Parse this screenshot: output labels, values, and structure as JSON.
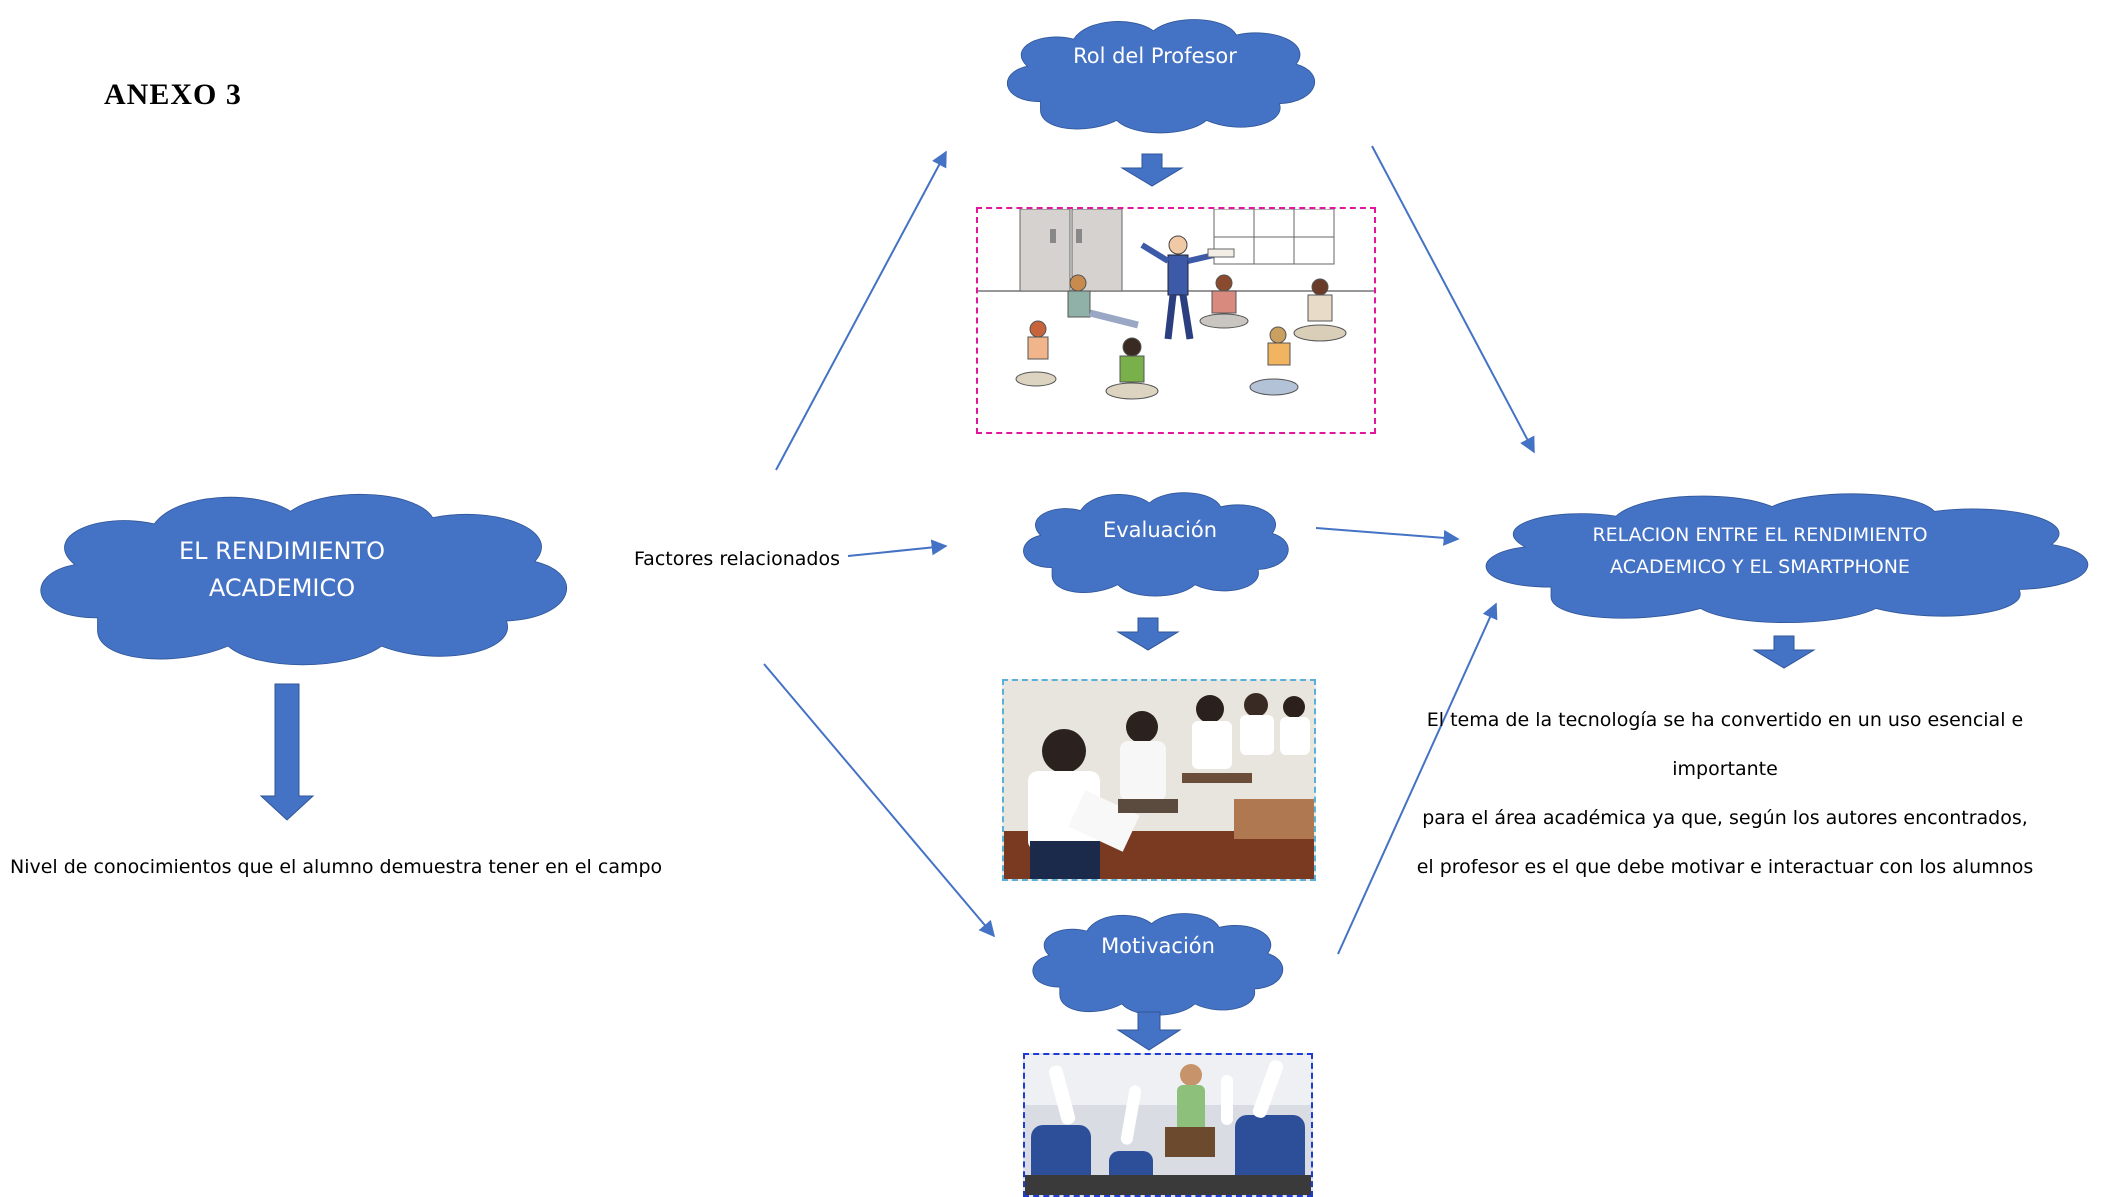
{
  "title": "ANEXO  3",
  "clouds": {
    "main": "EL RENDIMIENTO\nACADEMICO",
    "rol": "Rol del Profesor",
    "evaluacion": "Evaluación",
    "motivacion": "Motivación",
    "relacion": "RELACION ENTRE EL RENDIMIENTO\nACADEMICO Y EL SMARTPHONE"
  },
  "labels": {
    "factores": "Factores relacionados",
    "nivel": "Nivel de conocimientos que el alumno demuestra tener en el campo"
  },
  "conclusion": {
    "line1": "El tema de la tecnología se ha convertido en un uso esencial e importante",
    "line2": "para el área académica ya que, según los autores encontrados,",
    "line3": "el profesor es el que debe motivar e interactuar con los alumnos"
  },
  "colors": {
    "cloud_fill": "#4472c4",
    "cloud_stroke": "#2f5597",
    "arrow": "#4472c4",
    "frame_rol": "#e0169c",
    "frame_eval": "#5ab0d8",
    "frame_motiv": "#1f3bd6"
  }
}
